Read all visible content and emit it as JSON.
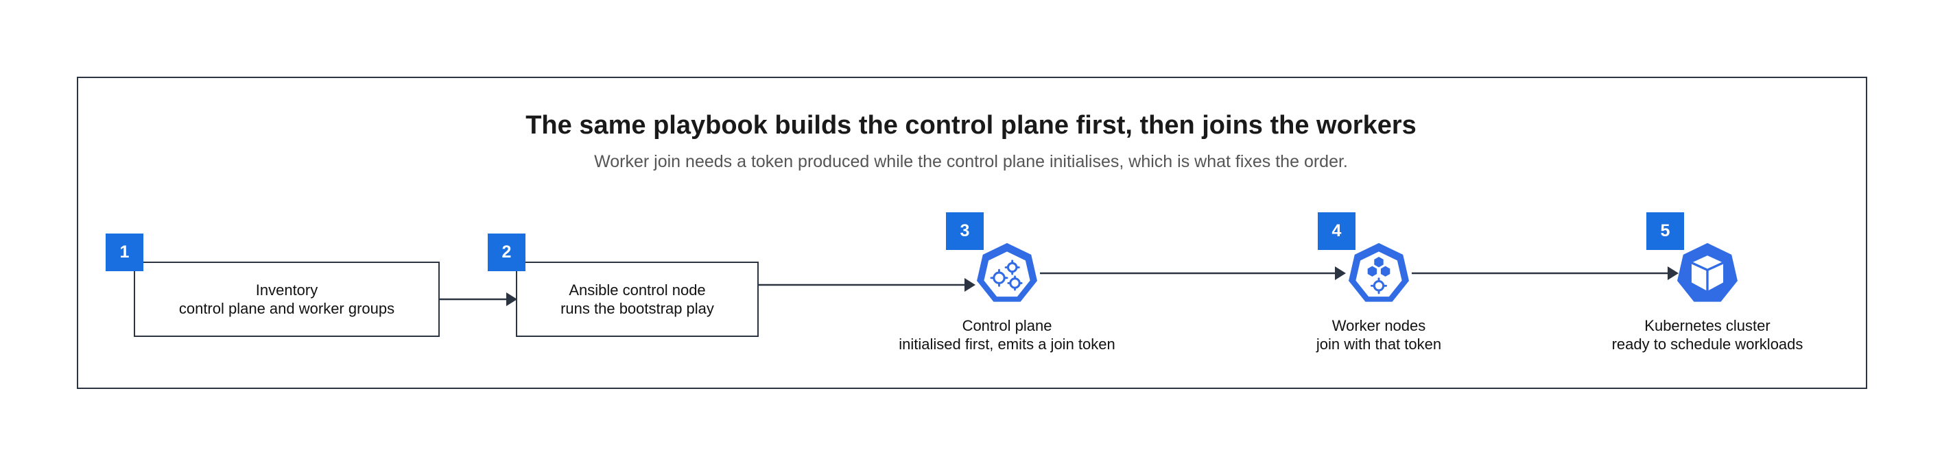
{
  "title": "The same playbook builds the control plane first, then joins the workers",
  "subtitle": "Worker join needs a token produced while the control plane initialises, which is what fixes the order.",
  "colors": {
    "accent": "#1a6fe0",
    "border": "#2b3440",
    "text": "#111111",
    "subtitle": "#555555"
  },
  "steps": [
    {
      "badge": "1",
      "title": "Inventory",
      "detail": "control plane and worker groups",
      "icon": "none"
    },
    {
      "badge": "2",
      "title": "Ansible control node",
      "detail": "runs the bootstrap play",
      "icon": "none"
    },
    {
      "badge": "3",
      "title": "Control plane",
      "detail": "initialised first, emits a join token",
      "icon": "kubernetes-control-plane-icon"
    },
    {
      "badge": "4",
      "title": "Worker nodes",
      "detail": "join with that token",
      "icon": "kubernetes-node-icon"
    },
    {
      "badge": "5",
      "title": "Kubernetes cluster",
      "detail": "ready to schedule workloads",
      "icon": "kubernetes-cube-icon"
    }
  ]
}
